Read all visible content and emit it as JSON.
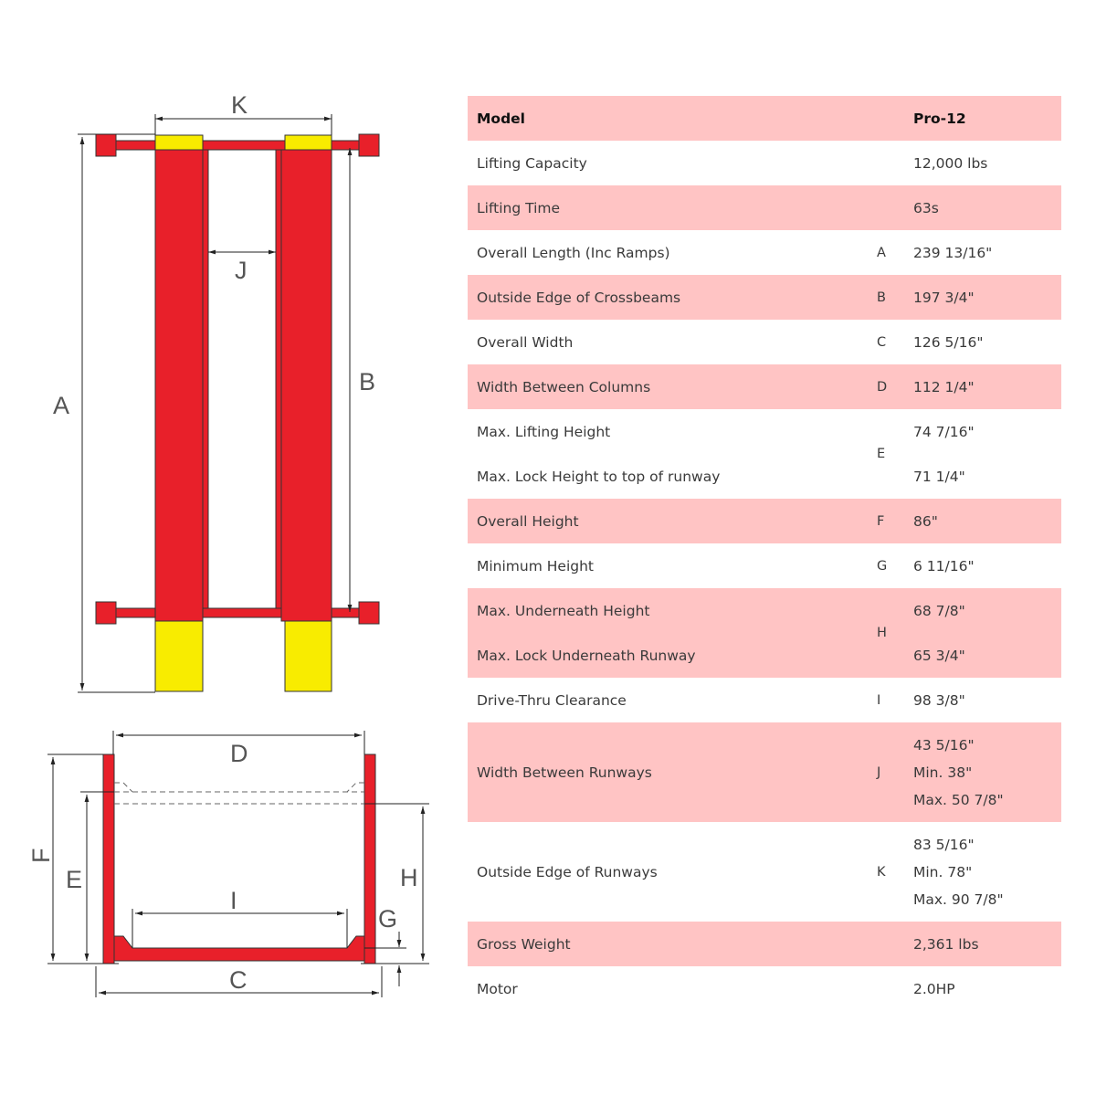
{
  "diagram": {
    "labels": {
      "A": "A",
      "B": "B",
      "C": "C",
      "D": "D",
      "E": "E",
      "F": "F",
      "G": "G",
      "H": "H",
      "I": "I",
      "J": "J",
      "K": "K"
    },
    "colors": {
      "frame": "#e8202a",
      "yellow": "#f8ec00",
      "shade": "#ffc4c4"
    }
  },
  "specs": {
    "rows": [
      {
        "labels": [
          "Model"
        ],
        "letter": "",
        "values": [
          "Pro-12"
        ],
        "shaded": true,
        "header": true
      },
      {
        "labels": [
          "Lifting Capacity"
        ],
        "letter": "",
        "values": [
          "12,000 lbs"
        ],
        "shaded": false
      },
      {
        "labels": [
          "Lifting Time"
        ],
        "letter": "",
        "values": [
          "63s"
        ],
        "shaded": true
      },
      {
        "labels": [
          "Overall Length (Inc Ramps)"
        ],
        "letter": "A",
        "values": [
          "239 13/16\""
        ],
        "shaded": false
      },
      {
        "labels": [
          "Outside Edge of Crossbeams"
        ],
        "letter": "B",
        "values": [
          "197 3/4\""
        ],
        "shaded": true
      },
      {
        "labels": [
          "Overall Width"
        ],
        "letter": "C",
        "values": [
          "126 5/16\""
        ],
        "shaded": false
      },
      {
        "labels": [
          "Width Between Columns"
        ],
        "letter": "D",
        "values": [
          "112 1/4\""
        ],
        "shaded": true
      },
      {
        "labels": [
          "Max. Lifting Height",
          "Max. Lock Height to top of runway"
        ],
        "letter": "E",
        "values": [
          "74 7/16\"",
          "71 1/4\""
        ],
        "shaded": false
      },
      {
        "labels": [
          "Overall Height"
        ],
        "letter": "F",
        "values": [
          "86\""
        ],
        "shaded": true
      },
      {
        "labels": [
          "Minimum Height"
        ],
        "letter": "G",
        "values": [
          "6 11/16\""
        ],
        "shaded": false
      },
      {
        "labels": [
          "Max. Underneath Height",
          "Max. Lock Underneath Runway"
        ],
        "letter": "H",
        "values": [
          "68 7/8\"",
          "65 3/4\""
        ],
        "shaded": true
      },
      {
        "labels": [
          "Drive-Thru Clearance"
        ],
        "letter": "I",
        "values": [
          "98 3/8\""
        ],
        "shaded": false
      },
      {
        "labels": [
          "Width Between Runways"
        ],
        "letter": "J",
        "values": [
          "43 5/16\"",
          "Min. 38\"",
          "Max. 50 7/8\""
        ],
        "shaded": true
      },
      {
        "labels": [
          "Outside Edge of Runways"
        ],
        "letter": "K",
        "values": [
          "83 5/16\"",
          "Min. 78\"",
          "Max. 90 7/8\""
        ],
        "shaded": false
      },
      {
        "labels": [
          "Gross Weight"
        ],
        "letter": "",
        "values": [
          "2,361 lbs"
        ],
        "shaded": true
      },
      {
        "labels": [
          "Motor"
        ],
        "letter": "",
        "values": [
          "2.0HP"
        ],
        "shaded": false
      }
    ]
  }
}
